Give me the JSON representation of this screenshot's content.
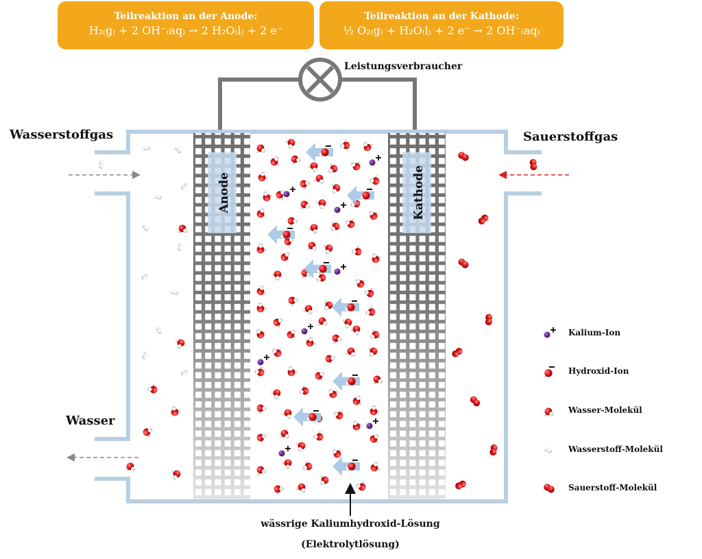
{
  "anode_reaction": {
    "title": "Teilreaktion an der Anode:",
    "equation": "H₂₍g₎ + 2 OH⁻₍aq₎ → 2 H₂O₍l₎ + 2 e⁻"
  },
  "cathode_reaction": {
    "title": "Teilreaktion an der Kathode:",
    "equation": "½ O₂₍g₎ + H₂O₍l₎ + 2 e⁻ → 2 OH⁻₍aq₎"
  },
  "load_label": "Leistungsverbraucher",
  "hydrogen_gas_label": "Wasserstoffgas",
  "oxygen_gas_label": "Sauerstoffgas",
  "water_label": "Wasser",
  "anode_label": "Anode",
  "cathode_label": "Kathode",
  "electrolyte_label_line1": "wässrige Kaliumhydroxid-Lösung",
  "electrolyte_label_line2": "(Elektrolytlösung)",
  "legend": {
    "potassium_ion": "Kalium-Ion",
    "hydroxide_ion": "Hydroxid-Ion",
    "water_molecule": "Wasser-Molekül",
    "hydrogen_molecule": "Wasserstoff-Molekül",
    "oxygen_molecule": "Sauerstoff-Molekül"
  },
  "colors": {
    "reaction_box": "#f2a81a",
    "cell_outline": "#b7cfe0",
    "electrode_grid": "#777777",
    "oxygen_atom": "#e01818",
    "hydrogen_atom": "#f4f4f4",
    "potassium": "#6a2f9a",
    "ion_arrow": "#a9c8e6",
    "hydrogen_flow_arrow": "#888888",
    "oxygen_flow_arrow": "#e02020"
  }
}
